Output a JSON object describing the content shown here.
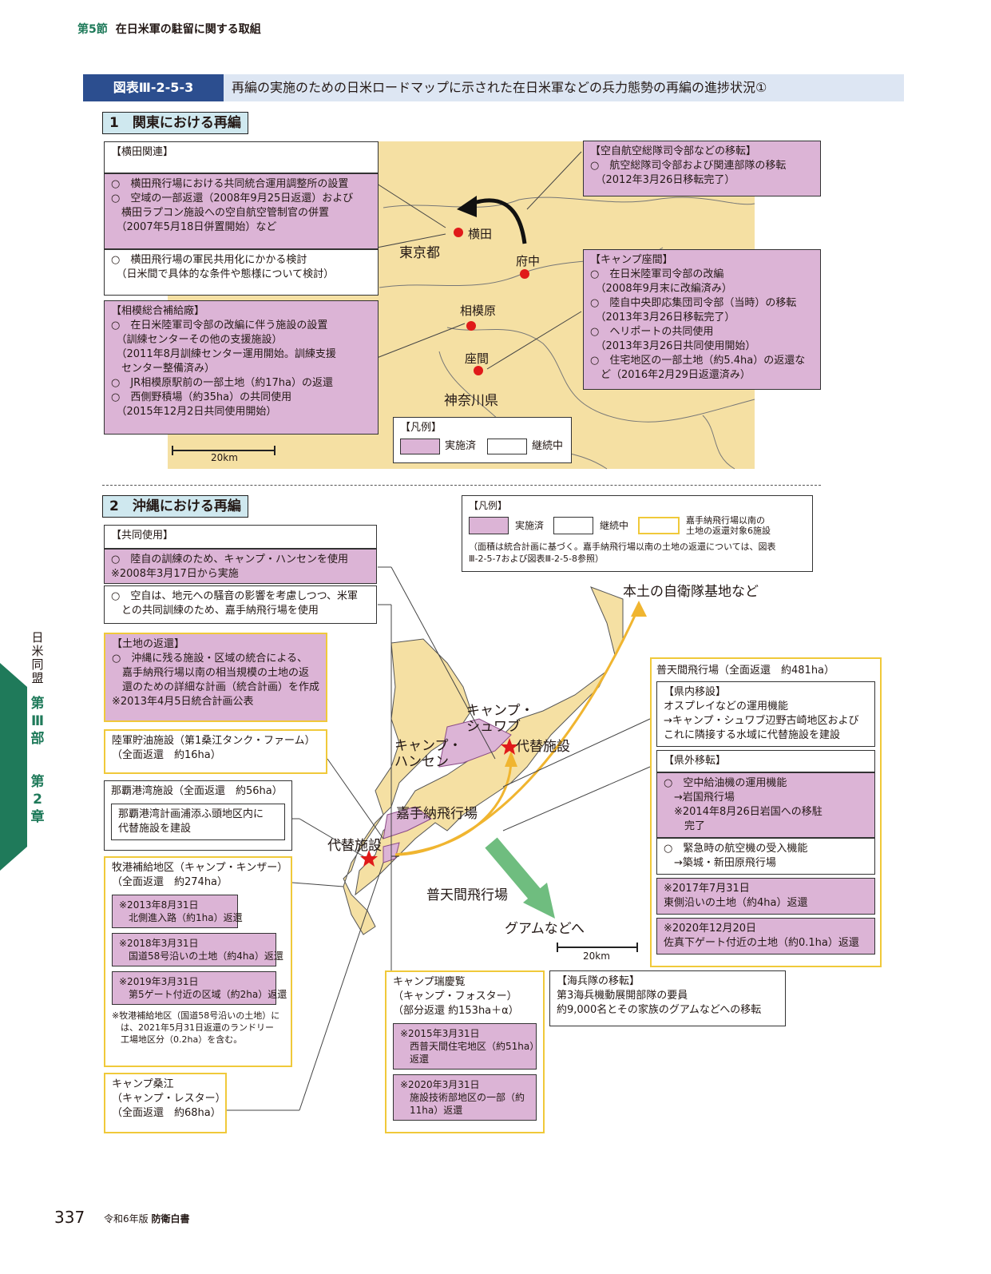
{
  "header": {
    "section_num": "第5節",
    "section_title": "在日米軍の駐留に関する取組"
  },
  "figure": {
    "tag": "図表Ⅲ-2-5-3",
    "title": "再編の実施のための日米ロードマップに示された在日米軍などの兵力態勢の再編の進捗状況①"
  },
  "kanto": {
    "label": "1　関東における再編",
    "yokota_head": "【横田関連】",
    "yokota_done": "○　横田飛行場における共同統合運用調整所の設置\n○　空域の一部返還（2008年9月25日返還）および\n　横田ラプコン施設への空自航空管制官の併置\n　（2007年5月18日併置開始）など",
    "yokota_ongoing": "○　横田飛行場の軍民共用化にかかる検討\n　（日米間で具体的な条件や態様について検討）",
    "sagami": "【相模総合補給廠】\n○　在日米陸軍司令部の改編に伴う施設の設置\n　（訓練センターその他の支援施設）\n　（2011年8月訓練センター運用開始。訓練支援\n　センター整備済み）\n○　JR相模原駅前の一部土地（約17ha）の返還\n○　西側野積場（約35ha）の共同使用\n　（2015年12月2日共同使用開始）",
    "asdf": "【空自航空総隊司令部などの移転】\n○　航空総隊司令部および関連部隊の移転\n　（2012年3月26日移転完了）",
    "zama": "【キャンプ座間】\n○　在日米陸軍司令部の改編\n　（2008年9月末に改編済み）\n○　陸自中央即応集団司令部（当時）の移転\n　（2013年3月26日移転完了）\n○　ヘリポートの共同使用\n　（2013年3月26日共同使用開始）\n○　住宅地区の一部土地（約5.4ha）の返還な\n　ど（2016年2月29日返還済み）",
    "places": {
      "tokyo": "東京都",
      "yokota": "横田",
      "fuchu": "府中",
      "sagamihara": "相模原",
      "zama": "座間",
      "kanagawa": "神奈川県"
    },
    "legend_head": "【凡例】",
    "legend_done": "実施済",
    "legend_ongoing": "継続中",
    "scale": "20km"
  },
  "okinawa": {
    "label": "2　沖縄における再編",
    "legend_head": "【凡例】",
    "legend_done": "実施済",
    "legend_ongoing": "継続中",
    "legend_yellow": "嘉手納飛行場以南の\n土地の返還対象6施設",
    "legend_note": "（面積は統合計画に基づく。嘉手納飛行場以南の土地の返還については、図表\nⅢ-2-5-7および図表Ⅲ-2-5-8参照）",
    "joint_head": "【共同使用】",
    "joint_done": "○　陸自の訓練のため、キャンプ・ハンセンを使用\n※2008年3月17日から実施",
    "joint_ongoing": "○　空自は、地元への騒音の影響を考慮しつつ、米軍\n　との共同訓練のため、嘉手納飛行場を使用",
    "land": "【土地の返還】\n○　沖縄に残る施設・区域の統合による、\n　嘉手納飛行場以南の相当規模の土地の返\n　還のための詳細な計画（統合計画）を作成\n※2013年4月5日統合計画公表",
    "tank": "陸軍貯油施設（第1桑江タンク・ファーム）\n（全面返還　約16ha）",
    "naha": "那覇港湾施設（全面返還　約56ha）",
    "naha_sub": "那覇港湾計画浦添ふ頭地区内に\n代替施設を建設",
    "kinser": "牧港補給地区（キャンプ・キンザー）\n（全面返還　約274ha）",
    "kinser_1": "※2013年8月31日\n　北側進入路（約1ha）返還",
    "kinser_2": "※2018年3月31日\n　国道58号沿いの土地（約4ha）返還",
    "kinser_3": "※2019年3月31日\n　第5ゲート付近の区域（約2ha）返還",
    "kinser_note": "※牧港補給地区（国道58号沿いの土地）に\n　は、2021年5月31日返還のランドリー\n　工場地区分（0.2ha）を含む。",
    "lester": "キャンプ桑江\n（キャンプ・レスター）\n（全面返還　約68ha）",
    "foster": "キャンプ瑞慶覧\n（キャンプ・フォスター）\n（部分返還 約153ha＋α）",
    "foster_1": "※2015年3月31日\n　西普天間住宅地区（約51ha）\n　返還",
    "foster_2": "※2020年3月31日\n　施設技術部地区の一部（約\n　11ha）返還",
    "marine": "【海兵隊の移転】\n第3海兵機動展開部隊の要員\n約9,000名とその家族のグアムなどへの移転",
    "futenma_title": "普天間飛行場（全面返還　約481ha）",
    "futenma_in": "【県内移設】\nオスプレイなどの運用機能\n→キャンプ・シュワブ辺野古崎地区および\nこれに隣接する水域に代替施設を建設",
    "futenma_out_head": "【県外移転】",
    "futenma_out_1": "○　空中給油機の運用機能\n　→岩国飛行場\n　※2014年8月26日岩国への移駐\n　　完了",
    "futenma_out_2": "○　緊急時の航空機の受入機能\n　→築城・新田原飛行場",
    "futenma_r1": "※2017年7月31日\n東側沿いの土地（約4ha）返還",
    "futenma_r2": "※2020年12月20日\n佐真下ゲート付近の土地（約0.1ha）返還",
    "places": {
      "mainland": "本土の自衛隊基地など",
      "schwab": "キャンプ・\nシュワブ",
      "hansen": "キャンプ・\nハンセン",
      "replace1": "代替施設",
      "kadena": "嘉手納飛行場",
      "replace2": "代替施設",
      "futenma": "普天間飛行場",
      "guam": "グアムなどへ"
    },
    "scale": "20km"
  },
  "sidebar": {
    "top": "日米同盟",
    "part": "第Ⅲ部",
    "chapter": "第2章"
  },
  "footer": {
    "page": "337",
    "book": "令和6年版",
    "title": "防衛白書"
  }
}
